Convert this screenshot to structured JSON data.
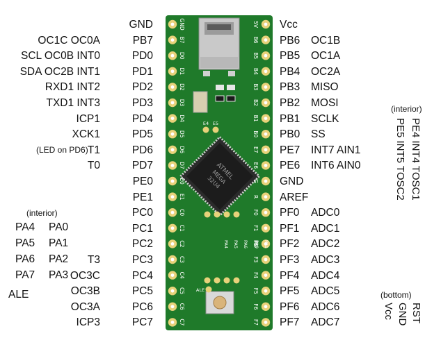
{
  "left_pins": [
    {
      "pin": "GND",
      "alt": ""
    },
    {
      "pin": "PB7",
      "alt": "OC1C  OC0A"
    },
    {
      "pin": "PD0",
      "alt": "SCL OC0B INT0"
    },
    {
      "pin": "PD1",
      "alt": "SDA OC2B INT1"
    },
    {
      "pin": "PD2",
      "alt": "RXD1 INT2"
    },
    {
      "pin": "PD3",
      "alt": "TXD1 INT3"
    },
    {
      "pin": "PD4",
      "alt": "ICP1"
    },
    {
      "pin": "PD5",
      "alt": "XCK1"
    },
    {
      "pin": "PD6",
      "alt": "T1"
    },
    {
      "pin": "PD7",
      "alt": "T0"
    },
    {
      "pin": "PE0",
      "alt": ""
    },
    {
      "pin": "PE1",
      "alt": ""
    },
    {
      "pin": "PC0",
      "alt": ""
    },
    {
      "pin": "PC1",
      "alt": ""
    },
    {
      "pin": "PC2",
      "alt": ""
    },
    {
      "pin": "PC3",
      "alt": "T3"
    },
    {
      "pin": "PC4",
      "alt": "OC3C"
    },
    {
      "pin": "PC5",
      "alt": "OC3B"
    },
    {
      "pin": "PC6",
      "alt": "OC3A"
    },
    {
      "pin": "PC7",
      "alt": "ICP3"
    }
  ],
  "right_pins": [
    {
      "pin": "Vcc",
      "alt": ""
    },
    {
      "pin": "PB6",
      "alt": "OC1B"
    },
    {
      "pin": "PB5",
      "alt": "OC1A"
    },
    {
      "pin": "PB4",
      "alt": "OC2A"
    },
    {
      "pin": "PB3",
      "alt": "MISO"
    },
    {
      "pin": "PB2",
      "alt": "MOSI"
    },
    {
      "pin": "PB1",
      "alt": "SCLK"
    },
    {
      "pin": "PB0",
      "alt": "SS"
    },
    {
      "pin": "PE7",
      "alt": "INT7  AIN1"
    },
    {
      "pin": "PE6",
      "alt": "INT6  AIN0"
    },
    {
      "pin": "GND",
      "alt": ""
    },
    {
      "pin": "AREF",
      "alt": ""
    },
    {
      "pin": "PF0",
      "alt": "ADC0"
    },
    {
      "pin": "PF1",
      "alt": "ADC1"
    },
    {
      "pin": "PF2",
      "alt": "ADC2"
    },
    {
      "pin": "PF3",
      "alt": "ADC3"
    },
    {
      "pin": "PF4",
      "alt": "ADC4"
    },
    {
      "pin": "PF5",
      "alt": "ADC5"
    },
    {
      "pin": "PF6",
      "alt": "ADC6"
    },
    {
      "pin": "PF7",
      "alt": "ADC7"
    }
  ],
  "led_note": "(LED on PD6)",
  "interior_left": {
    "heading": "(interior)",
    "rows": [
      {
        "a": "PA4",
        "b": "PA0"
      },
      {
        "a": "PA5",
        "b": "PA1"
      },
      {
        "a": "PA6",
        "b": "PA2"
      },
      {
        "a": "PA7",
        "b": "PA3"
      }
    ],
    "ale": "ALE"
  },
  "interior_right": {
    "heading": "(interior)",
    "columns": [
      "PE4  INT4  TOSC1",
      "PE5  INT5  TOSC2"
    ]
  },
  "bottom": {
    "heading": "(bottom)",
    "columns": [
      "RST",
      "GND",
      "Vcc"
    ]
  },
  "board": {
    "pcb_color": "#1f7a2a",
    "pad_color": "#e8d27a",
    "left_silk": [
      "GND",
      "B7",
      "D0",
      "D1",
      "D2",
      "D3",
      "D4",
      "D5",
      "D6",
      "D7",
      "E0",
      "E1",
      "C0",
      "C1",
      "C2",
      "C3",
      "C4",
      "C5",
      "C6",
      "C7"
    ],
    "right_silk": [
      "5V",
      "B6",
      "B5",
      "B4",
      "B3",
      "B2",
      "B1",
      "B0",
      "E7",
      "E6",
      "G",
      "R",
      "F0",
      "F1",
      "F2",
      "F3",
      "F4",
      "F5",
      "F6",
      "F7"
    ],
    "interior_silk_top": [
      "E4",
      "E5"
    ],
    "interior_silk_a": [
      "PA4",
      "PA5",
      "PA6",
      "PA7"
    ],
    "interior_silk_b": [
      "PA0",
      "PA1",
      "PA2",
      "PA3"
    ],
    "chip_text": [
      "ATMEL",
      "MEGA",
      "32U4"
    ],
    "ale_silk": "ALE"
  }
}
